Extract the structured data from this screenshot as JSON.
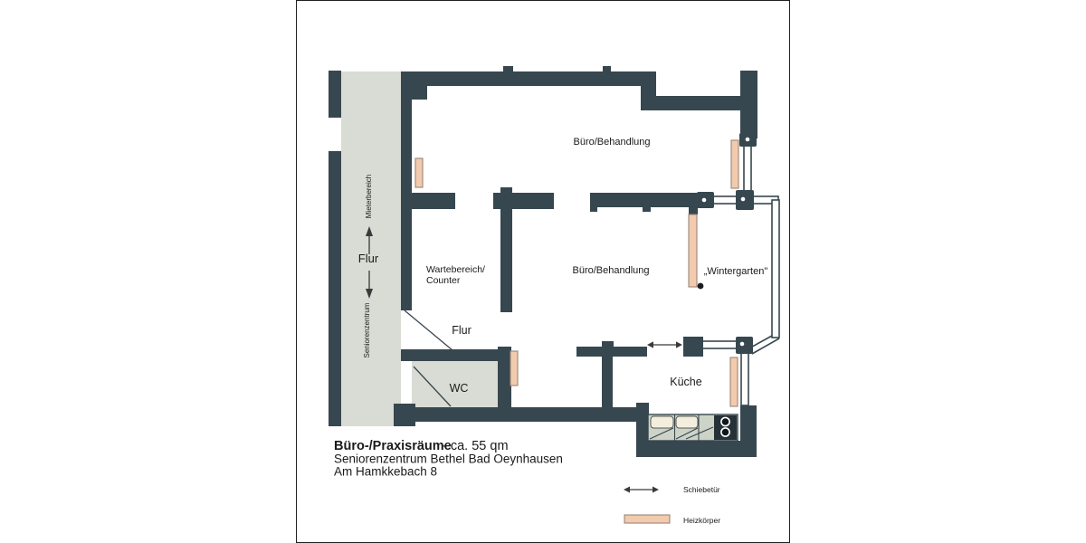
{
  "title": {
    "name": "Büro-/Praxisräume",
    "size": "- ca. 55 qm",
    "line2": "Seniorenzentrum Bethel Bad Oeynhausen",
    "line3": "Am Hamkkebach 8"
  },
  "rooms": {
    "buero_top": "Büro/Behandlung",
    "buero_mid": "Büro/Behandlung",
    "wintergarten": "„Wintergarten\"",
    "wartebereich_line1": "Wartebereich/",
    "wartebereich_line2": "Counter",
    "flur_inner": "Flur",
    "wc": "WC",
    "kueche": "Küche"
  },
  "corridor": {
    "flur": "Flur",
    "up_area": "Mieterbereich",
    "down_area": "Seniorenzentrum"
  },
  "legend": {
    "schiebetuer": "Schiebetür",
    "heizkoerper": "Heizkörper"
  },
  "colors": {
    "wall": "#37474f",
    "corridor": "#d9dcd4",
    "radiator": "#f2cbae",
    "radiator_stroke": "#9b8578",
    "counter": "#ced3c8",
    "sink": "#f3eedd",
    "text": "#1a1a1a"
  }
}
